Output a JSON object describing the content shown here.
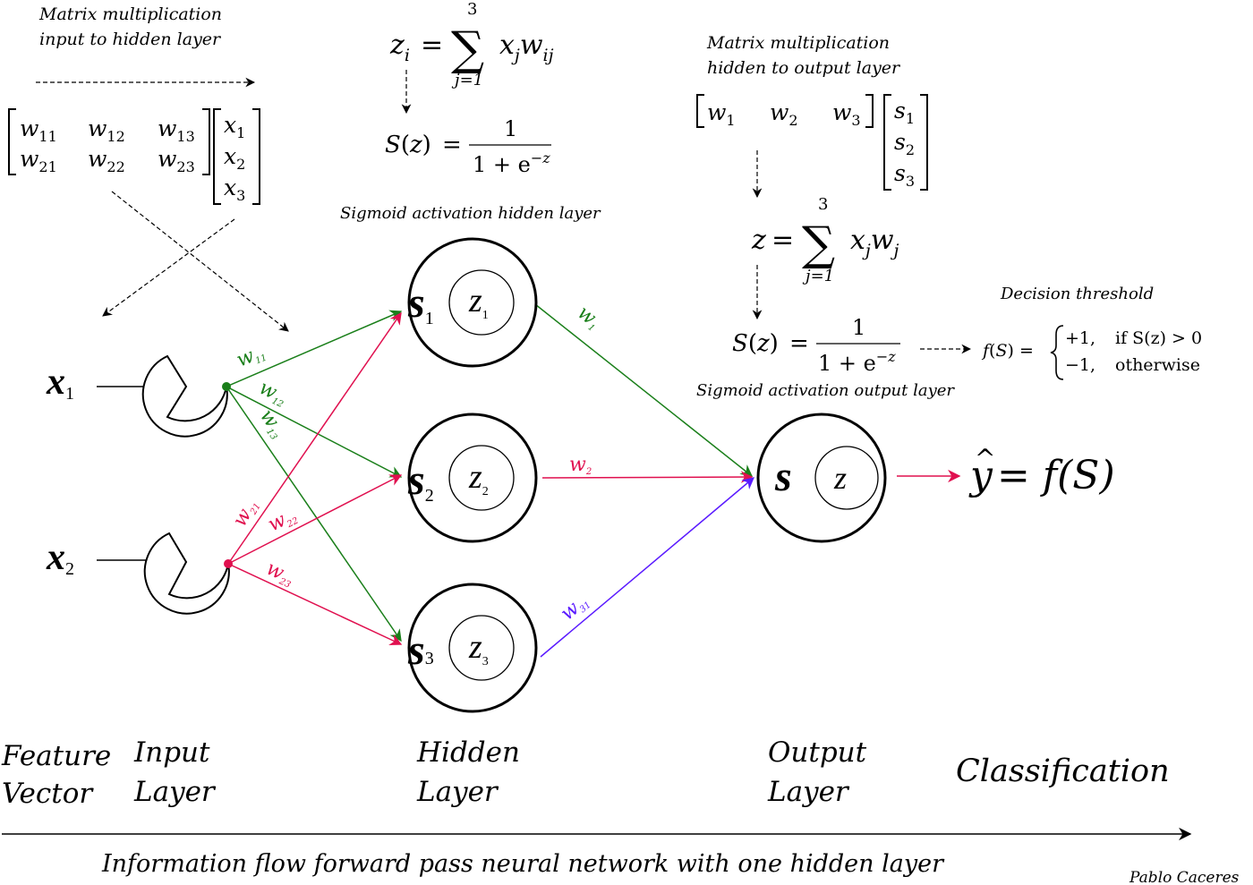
{
  "colors": {
    "green": "#1a7f1a",
    "red": "#e0104f",
    "blue": "#5a1aff",
    "black": "#000000"
  },
  "annotations": {
    "mm_input_line1": "Matrix multiplication",
    "mm_input_line2": "input to hidden layer",
    "mm_hidden_line1": "Matrix multiplication",
    "mm_hidden_line2": "hidden to output layer",
    "sigmoid_hidden": "Sigmoid activation hidden layer",
    "sigmoid_output": "Sigmoid activation output layer",
    "decision_threshold": "Decision threshold"
  },
  "inputs": [
    {
      "var": "x",
      "sub": "1"
    },
    {
      "var": "x",
      "sub": "2"
    }
  ],
  "hidden_nodes": [
    {
      "s": "s",
      "s_sub": "1",
      "z": "z",
      "z_sub": "1"
    },
    {
      "s": "s",
      "s_sub": "2",
      "z": "z",
      "z_sub": "2"
    },
    {
      "s": "s",
      "s_sub": "3",
      "z": "z",
      "z_sub": "3"
    }
  ],
  "output_node": {
    "s": "s",
    "z": "z"
  },
  "weights_input": [
    {
      "w": "w",
      "sub": "11"
    },
    {
      "w": "w",
      "sub": "12"
    },
    {
      "w": "w",
      "sub": "13"
    },
    {
      "w": "w",
      "sub": "21"
    },
    {
      "w": "w",
      "sub": "22"
    },
    {
      "w": "w",
      "sub": "23"
    }
  ],
  "weights_hidden": [
    {
      "w": "w",
      "sub": "1"
    },
    {
      "w": "w",
      "sub": "2"
    },
    {
      "w": "w",
      "sub": "31"
    }
  ],
  "equations": {
    "zi_sum_top": "3",
    "zi_sum_bottom": "j=1",
    "z_sum_top": "3",
    "z_sum_bottom": "j=1",
    "sigmoid_numerator": "1",
    "sigmoid_denominator": "1 + e",
    "sigmoid_exp": "−z",
    "f_case1_val": "+1,",
    "f_case1_cond": "if S(z) > 0",
    "f_case2_val": "−1,",
    "f_case2_cond": "otherwise",
    "yhat_rhs": "= f(S)"
  },
  "layers": {
    "feature_line1": "Feature",
    "feature_line2": "Vector",
    "input_line1": "Input",
    "input_line2": "Layer",
    "hidden_line1": "Hidden",
    "hidden_line2": "Layer",
    "output_line1": "Output",
    "output_line2": "Layer",
    "classification": "Classification"
  },
  "caption": "Information flow forward pass neural network with one hidden layer",
  "author": "Pablo Caceres"
}
